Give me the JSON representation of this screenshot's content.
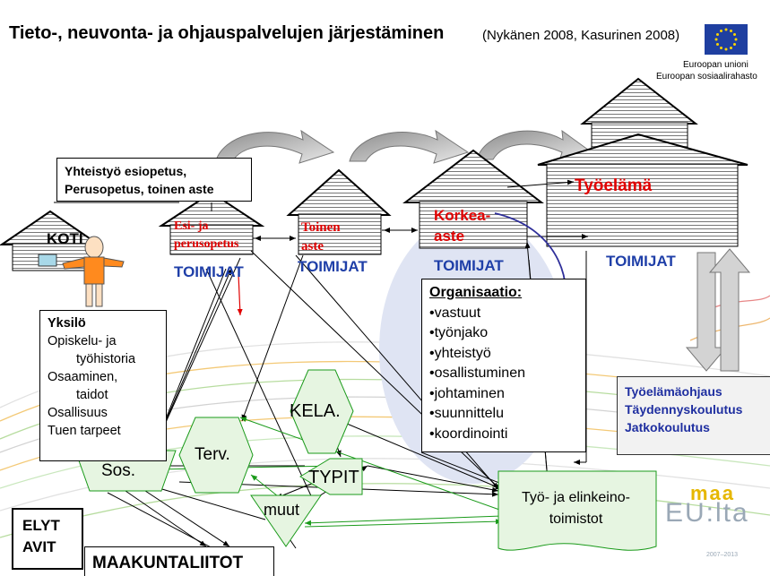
{
  "title": "Tieto-, neuvonta- ja ohjauspalvelujen järjestäminen",
  "subtitle": "(Nykänen 2008, Kasurinen 2008)",
  "eu": {
    "line1": "Euroopan unioni",
    "line2": "Euroopan sosiaalirahasto"
  },
  "cooperation_box": {
    "line1": "Yhteistyö esiopetus,",
    "line2": "Perusopetus, toinen aste"
  },
  "houses": {
    "koti": "KOTI",
    "esi_line1": "Esi- ja",
    "esi_line2": "perusopetus",
    "toinen_line1": "Toinen",
    "toinen_line2": "aste",
    "korkea_line1": "Korkea-",
    "korkea_line2": "aste",
    "tyoelama": "Työelämä"
  },
  "toimijat": [
    "TOIMIJAT",
    "TOIMIJAT",
    "TOIMIJAT",
    "TOIMIJAT"
  ],
  "yksilo": {
    "heading": "Yksilö",
    "lines": [
      "Opiskelu- ja",
      "työhistoria",
      "Osaaminen,",
      "taidot",
      "Osallisuus",
      "Tuen tarpeet"
    ]
  },
  "organisaatio": {
    "heading": "Organisaatio:",
    "items": [
      "•vastuut",
      "•työnjako",
      "•yhteistyö",
      "•osallistuminen",
      "•johtaminen",
      "•suunnittelu",
      "•koordinointi"
    ]
  },
  "tyoelama_box": {
    "lines": [
      "Työelämäohjaus",
      "Täydennyskoulutus",
      "Jatkokoulutus"
    ]
  },
  "actors": {
    "kela": "KELA.",
    "terv": "Terv.",
    "sos": "Sos.",
    "typit": "TYPIT",
    "muut": "muut"
  },
  "te_office": {
    "line1": "Työ- ja elinkeino-",
    "line2": "toimistot"
  },
  "elyt": {
    "line1": "ELYT",
    "line2": "AVIT"
  },
  "maakuntaliitot": "MAAKUNTALIITOT",
  "logo": {
    "top": "maa",
    "main": "EU:lta",
    "years": "2007–2013"
  },
  "colors": {
    "toimijat": "#1f3fa8",
    "red_label": "#e00000",
    "actor_fill": "#e6f5e1",
    "ellipse": "#dfe4f3",
    "tyoelama_text": "#1f2fa0",
    "curved_arrow": "#2f2f9a"
  }
}
